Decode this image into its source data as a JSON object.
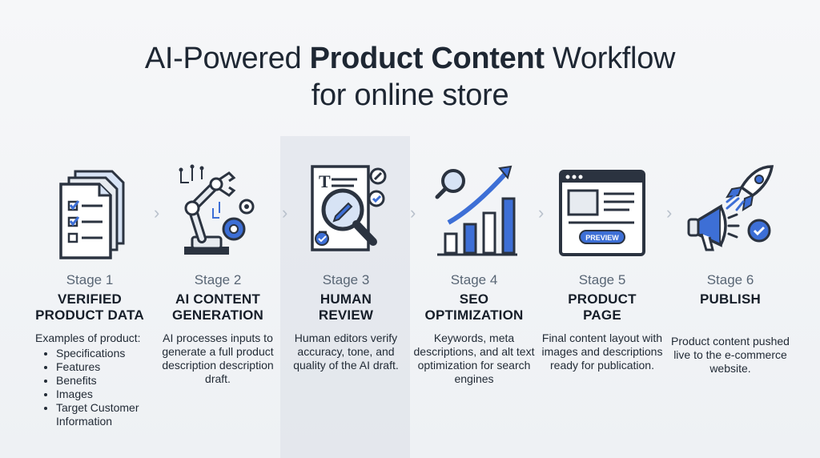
{
  "title": {
    "light1": "AI-Powered ",
    "bold": "Product Content",
    "light2": " Workflow",
    "line2": "for online store"
  },
  "stages": [
    {
      "num": "Stage 1",
      "name1": "VERIFIED",
      "name2": "PRODUCT DATA",
      "intro": "Examples of product:",
      "items": [
        "Specifications",
        "Features",
        "Benefits",
        "Images",
        "Target Customer Information"
      ],
      "icon": "documents-checklist-icon"
    },
    {
      "num": "Stage 2",
      "name1": "AI CONTENT",
      "name2": "GENERATION",
      "desc": "AI processes inputs to generate a full product description description draft.",
      "icon": "robot-arm-gear-icon"
    },
    {
      "num": "Stage 3",
      "name1": "HUMAN",
      "name2": "REVIEW",
      "desc": "Human editors verify accuracy, tone, and quality of the AI draft.",
      "icon": "document-magnifier-icon"
    },
    {
      "num": "Stage 4",
      "name1": "SEO",
      "name2": "OPTIMIZATION",
      "desc": "Keywords, meta descriptions, and alt text optimization for search engines",
      "icon": "growth-chart-search-icon"
    },
    {
      "num": "Stage 5",
      "name1": "PRODUCT",
      "name2": "PAGE",
      "desc": "Final content layout with images and descriptions ready for publication.",
      "icon": "browser-preview-icon",
      "preview": "PREVIEW"
    },
    {
      "num": "Stage 6",
      "name1": "PUBLISH",
      "name2": "",
      "desc": "Product content pushed live to the e-commerce website.",
      "icon": "rocket-megaphone-icon"
    }
  ],
  "colors": {
    "blue": "#3d6fd6",
    "dark": "#2b3340",
    "light_blue": "#d7e3f5",
    "gray": "#e7ebf0"
  }
}
